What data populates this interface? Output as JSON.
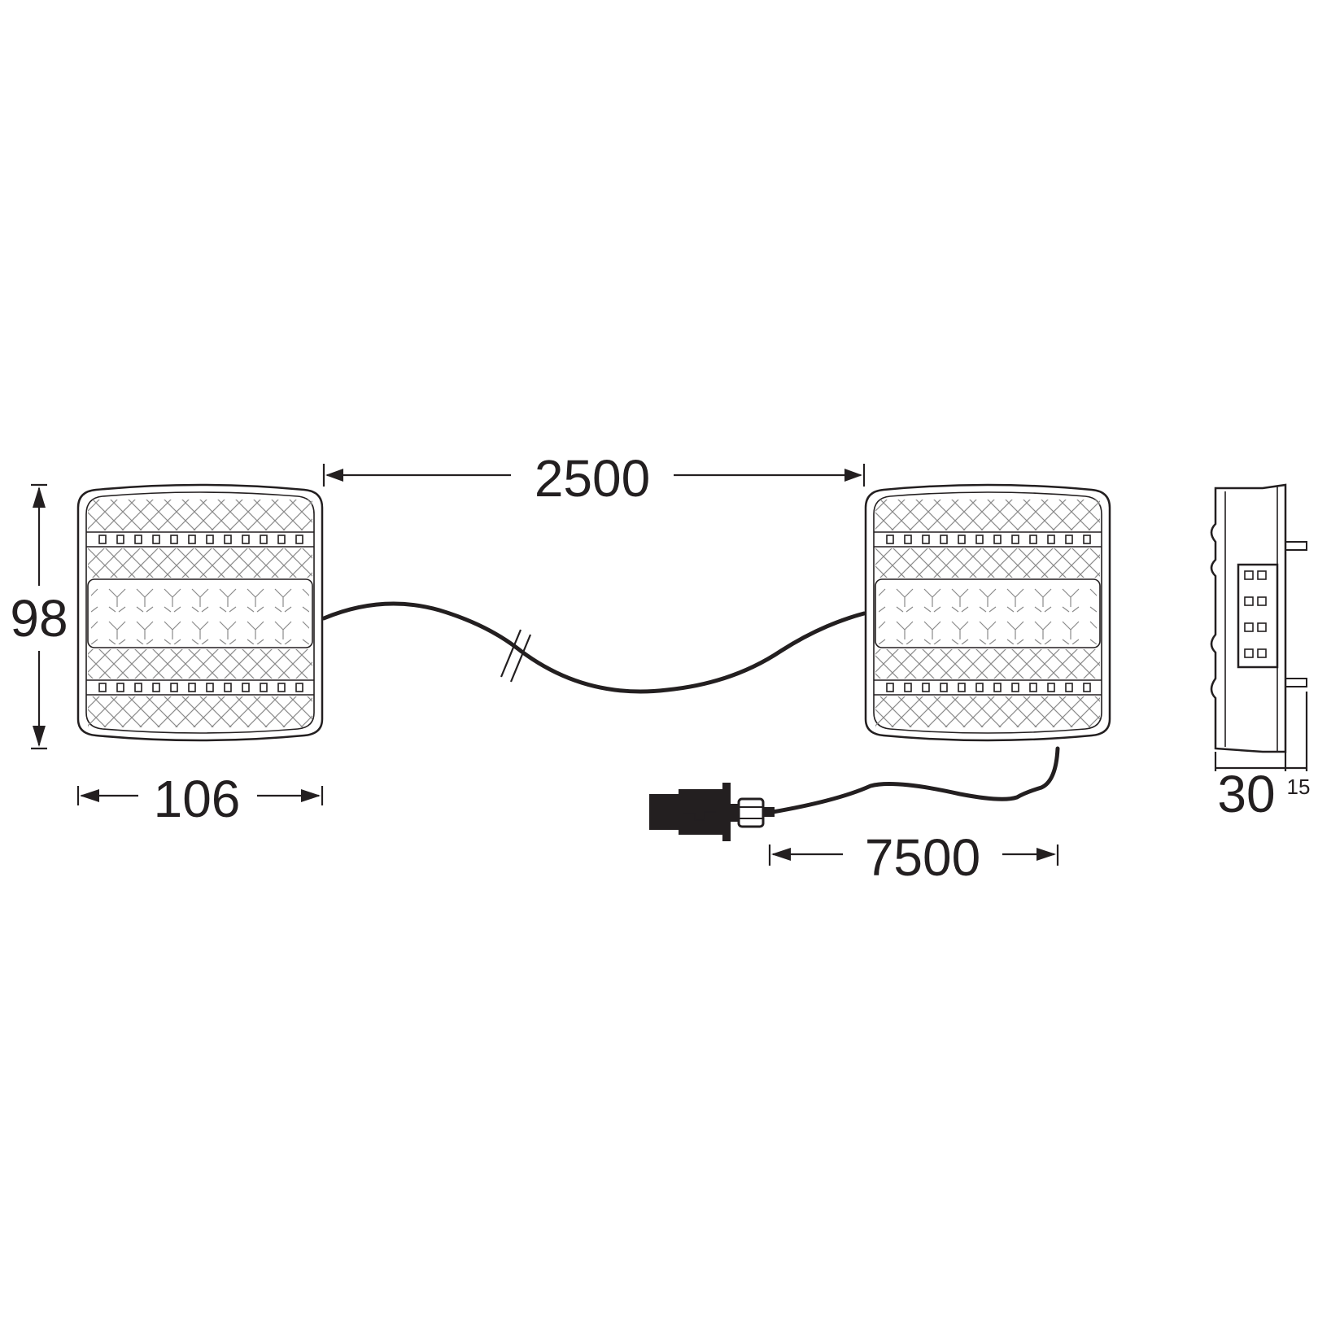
{
  "dimensions": {
    "cable_between_lamps": "2500",
    "lamp_height": "98",
    "lamp_width": "106",
    "connector_cable": "7500",
    "depth": "30",
    "stud_length": "15"
  },
  "colors": {
    "line": "#231f20",
    "hatch": "#8a8a8a",
    "background": "#ffffff"
  }
}
